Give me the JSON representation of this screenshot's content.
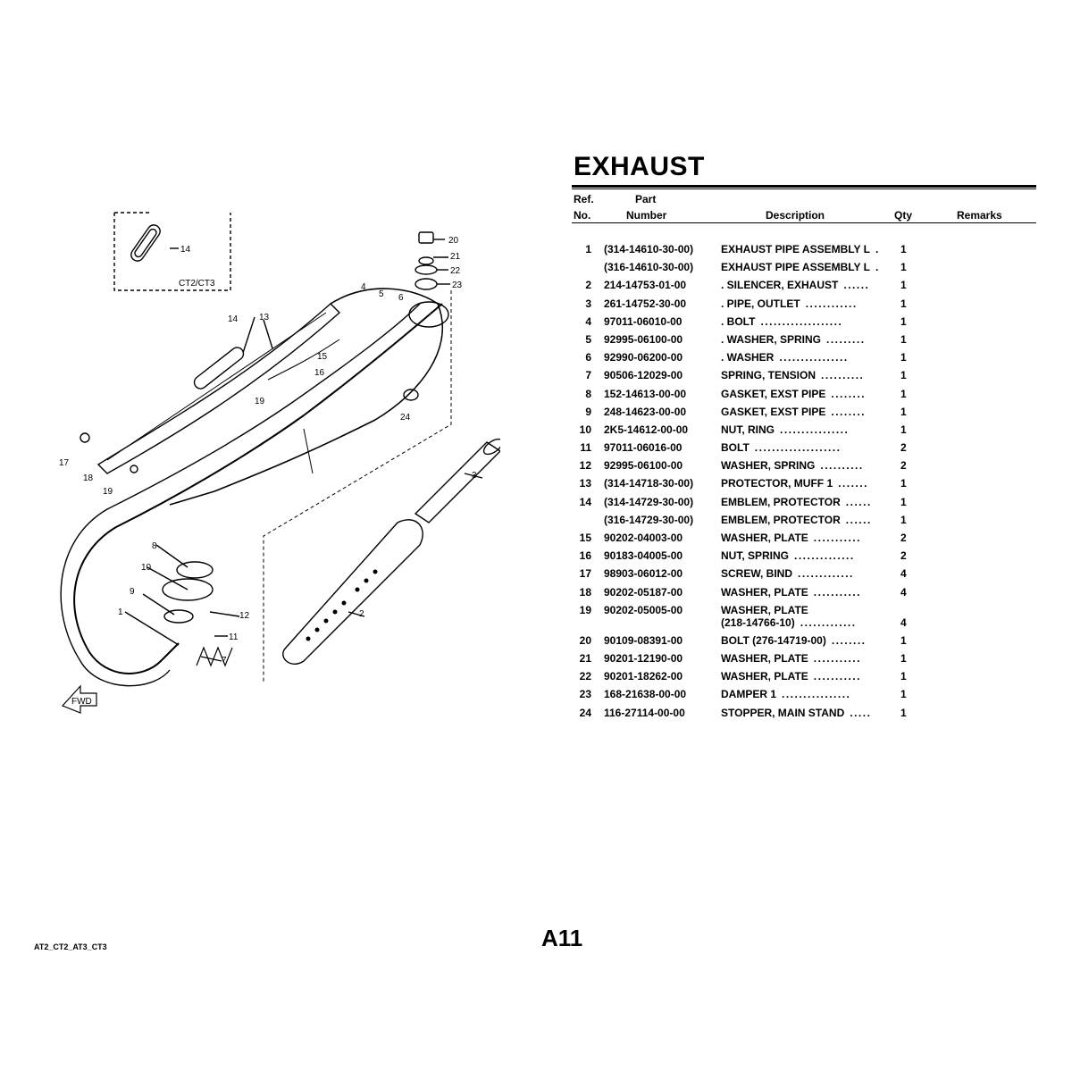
{
  "title": "EXHAUST",
  "columns": {
    "ref_top": "Ref.",
    "ref_bottom": "No.",
    "part_top": "Part",
    "part_bottom": "Number",
    "description": "Description",
    "qty": "Qty",
    "remarks": "Remarks"
  },
  "parts": [
    {
      "ref": "1",
      "part": "(314-14610-30-00)",
      "desc": "EXHAUST PIPE ASSEMBLY L",
      "dots": ".",
      "qty": "1"
    },
    {
      "ref": "",
      "part": "(316-14610-30-00)",
      "desc": "EXHAUST PIPE ASSEMBLY L",
      "dots": ".",
      "qty": "1"
    },
    {
      "ref": "2",
      "part": "214-14753-01-00",
      "desc": ". SILENCER, EXHAUST",
      "dots": "......",
      "qty": "1"
    },
    {
      "ref": "3",
      "part": "261-14752-30-00",
      "desc": ". PIPE, OUTLET",
      "dots": "............",
      "qty": "1"
    },
    {
      "ref": "4",
      "part": "97011-06010-00",
      "desc": ". BOLT",
      "dots": "...................",
      "qty": "1"
    },
    {
      "ref": "5",
      "part": "92995-06100-00",
      "desc": ". WASHER, SPRING",
      "dots": ".........",
      "qty": "1"
    },
    {
      "ref": "6",
      "part": "92990-06200-00",
      "desc": ". WASHER",
      "dots": "................",
      "qty": "1"
    },
    {
      "ref": "7",
      "part": "90506-12029-00",
      "desc": "SPRING, TENSION",
      "dots": "..........",
      "qty": "1"
    },
    {
      "ref": "8",
      "part": "152-14613-00-00",
      "desc": "GASKET, EXST PIPE",
      "dots": "........",
      "qty": "1"
    },
    {
      "ref": "9",
      "part": "248-14623-00-00",
      "desc": "GASKET, EXST PIPE",
      "dots": "........",
      "qty": "1"
    },
    {
      "ref": "10",
      "part": "2K5-14612-00-00",
      "desc": "NUT, RING",
      "dots": "................",
      "qty": "1"
    },
    {
      "ref": "11",
      "part": "97011-06016-00",
      "desc": "BOLT",
      "dots": "....................",
      "qty": "2"
    },
    {
      "ref": "12",
      "part": "92995-06100-00",
      "desc": "WASHER, SPRING",
      "dots": "..........",
      "qty": "2"
    },
    {
      "ref": "13",
      "part": "(314-14718-30-00)",
      "desc": "PROTECTOR, MUFF 1",
      "dots": ".......",
      "qty": "1"
    },
    {
      "ref": "14",
      "part": "(314-14729-30-00)",
      "desc": "EMBLEM, PROTECTOR",
      "dots": "......",
      "qty": "1"
    },
    {
      "ref": "",
      "part": "(316-14729-30-00)",
      "desc": "EMBLEM, PROTECTOR",
      "dots": "......",
      "qty": "1"
    },
    {
      "ref": "15",
      "part": "90202-04003-00",
      "desc": "WASHER, PLATE",
      "dots": "...........",
      "qty": "2"
    },
    {
      "ref": "16",
      "part": "90183-04005-00",
      "desc": "NUT, SPRING",
      "dots": "..............",
      "qty": "2"
    },
    {
      "ref": "17",
      "part": "98903-06012-00",
      "desc": "SCREW, BIND",
      "dots": ".............",
      "qty": "4"
    },
    {
      "ref": "18",
      "part": "90202-05187-00",
      "desc": "WASHER, PLATE",
      "dots": "...........",
      "qty": "4"
    },
    {
      "ref": "19",
      "part": "90202-05005-00",
      "desc": "WASHER, PLATE",
      "desc2": "(218-14766-10)",
      "dots": ".............",
      "qty": "4"
    },
    {
      "ref": "20",
      "part": "90109-08391-00",
      "desc": "BOLT (276-14719-00)",
      "dots": "........",
      "qty": "1"
    },
    {
      "ref": "21",
      "part": "90201-12190-00",
      "desc": "WASHER, PLATE",
      "dots": "...........",
      "qty": "1"
    },
    {
      "ref": "22",
      "part": "90201-18262-00",
      "desc": "WASHER, PLATE",
      "dots": "...........",
      "qty": "1"
    },
    {
      "ref": "23",
      "part": "168-21638-00-00",
      "desc": "DAMPER 1",
      "dots": "................",
      "qty": "1"
    },
    {
      "ref": "24",
      "part": "116-27114-00-00",
      "desc": "STOPPER, MAIN STAND",
      "dots": ".....",
      "qty": "1"
    }
  ],
  "diagram": {
    "inset_label": "CT2/CT3",
    "fwd_label": "FWD",
    "callouts": [
      "1",
      "2",
      "3",
      "4",
      "5",
      "6",
      "7",
      "8",
      "9",
      "10",
      "11",
      "12",
      "13",
      "14",
      "14",
      "15",
      "16",
      "17",
      "18",
      "19",
      "19",
      "20",
      "21",
      "22",
      "23",
      "24"
    ]
  },
  "footer": {
    "model_codes": "AT2_CT2_AT3_CT3",
    "page_number": "A11"
  }
}
